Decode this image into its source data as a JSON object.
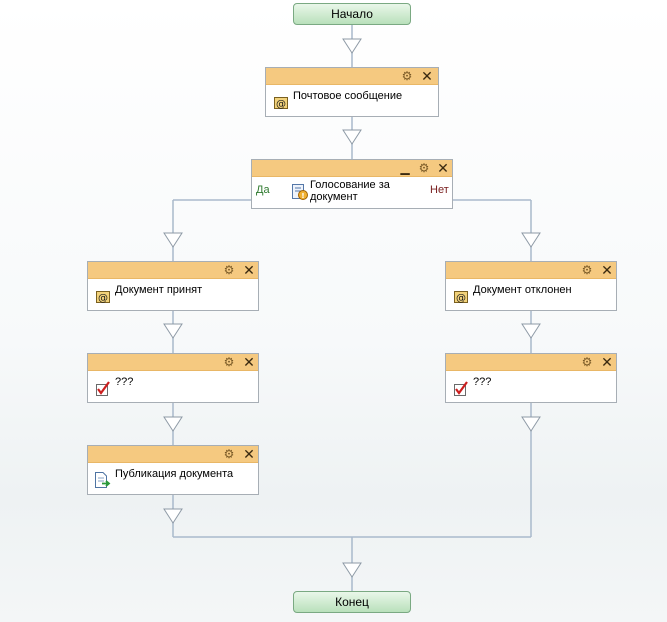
{
  "terminals": {
    "start": "Начало",
    "end": "Конец"
  },
  "blocks": {
    "mail": {
      "label": "Почтовое сообщение",
      "icon": "email-icon"
    },
    "vote": {
      "label": "Голосование за документ",
      "icon": "vote-icon",
      "yes": "Да",
      "no": "Нет"
    },
    "accepted": {
      "label": "Документ принят",
      "icon": "email-icon"
    },
    "rejected": {
      "label": "Документ отклонен",
      "icon": "email-icon"
    },
    "task_left": {
      "label": "???",
      "icon": "checkbox-task-icon"
    },
    "task_right": {
      "label": "???",
      "icon": "checkbox-task-icon"
    },
    "publish": {
      "label": "Публикация документа",
      "icon": "publish-document-icon"
    }
  },
  "colors": {
    "header": "#f5c980",
    "connector": "#a9b9cb",
    "terminal": "#b9e0bb"
  }
}
